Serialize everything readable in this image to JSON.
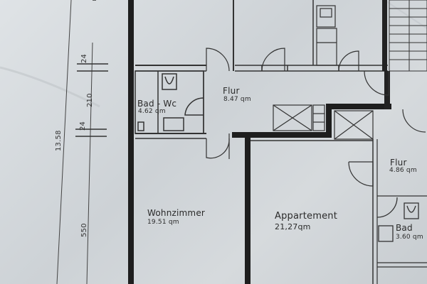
{
  "dimensions": {
    "d24_top": "24",
    "d210": "210",
    "d24_mid": "24",
    "d1358": "13.58",
    "d550": "550"
  },
  "rooms": {
    "bad_wc": {
      "name": "Bad - Wc",
      "area": "4.62 qm"
    },
    "flur_main": {
      "name": "Flur",
      "area": "8.47 qm"
    },
    "wohnzimmer": {
      "name": "Wohnzimmer",
      "area": "19.51 qm"
    },
    "appartement": {
      "name": "Appartement",
      "area": "21,27qm"
    },
    "flur_right": {
      "name": "Flur",
      "area": "4.86 qm"
    },
    "bad_right": {
      "name": "Bad",
      "area": "3.60 qm"
    }
  }
}
